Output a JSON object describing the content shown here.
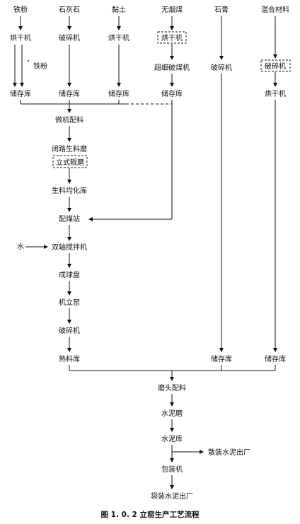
{
  "materials": {
    "iron": "铁粉",
    "limestone": "石灰石",
    "clay": "黏土",
    "coal": "无烟煤",
    "gypsum": "石膏",
    "mixed": "混合材料"
  },
  "nodes": {
    "iron_dryer": "烘干机",
    "iron_side": "铁粉",
    "lime_crusher": "破碎机",
    "clay_dryer": "烘干机",
    "coal_dryer": "烘干机",
    "coal_mill": "超细破煤机",
    "gypsum_crusher": "破碎机",
    "mixed_crusher": "破碎机",
    "mixed_dryer": "烘干机",
    "store_iron": "储存库",
    "store_lime": "储存库",
    "store_clay": "储存库",
    "store_coal": "储存库",
    "batching": "微机配料",
    "raw_mill": "闭路生料磨",
    "vertical_mill": "立式辊磨",
    "homogenize": "生料均化库",
    "coal_station": "配煤站",
    "water": "水",
    "mixer": "双轴搅拌机",
    "pelletizer": "成球盘",
    "kiln": "机立窑",
    "clinker_crusher": "破碎机",
    "clinker_store": "熟料库",
    "gypsum_store": "储存库",
    "mixed_store": "储存库",
    "grind_batch": "磨头配料",
    "cement_mill": "水泥磨",
    "cement_store": "水泥库",
    "bulk_out": "散装水泥出厂",
    "packer": "包装机",
    "bag_out": "袋装水泥出厂"
  },
  "caption": "图 1. 0. 2    立窑生产工艺流程"
}
